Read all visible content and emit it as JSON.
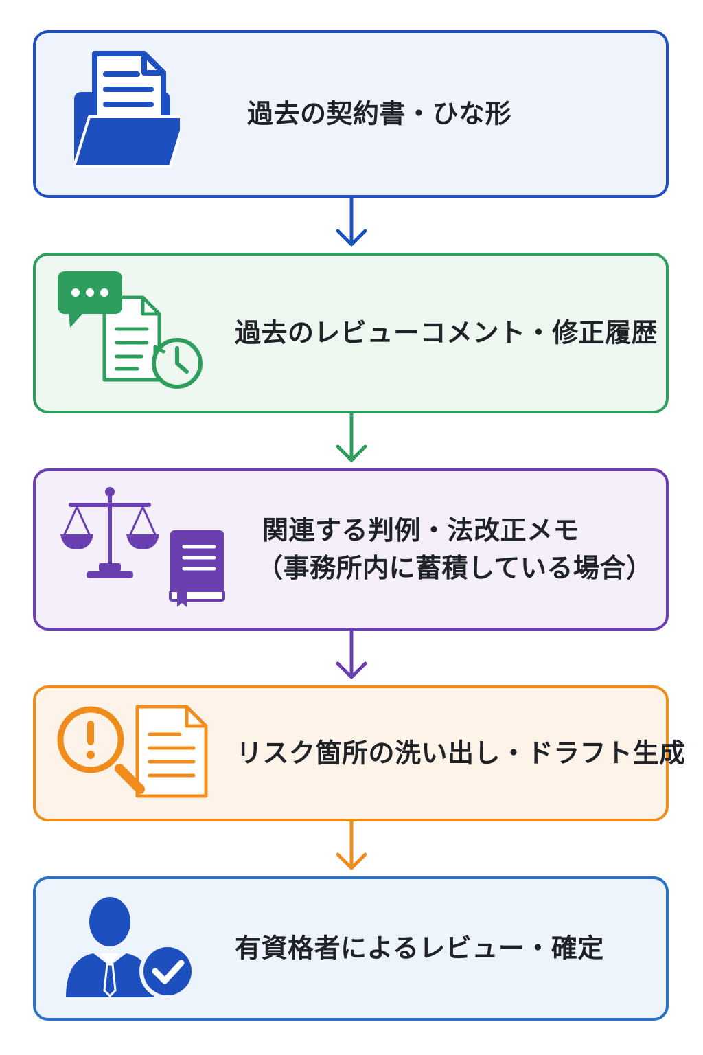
{
  "steps": [
    {
      "id": "templates",
      "lines": [
        "過去の契約書・ひな形"
      ],
      "color": "#1d4fbf",
      "bg": "#eef3fc",
      "icon": "folder-document-icon"
    },
    {
      "id": "review-history",
      "lines": [
        "過去のレビューコメント・修正履歴"
      ],
      "color": "#2e9e5e",
      "bg": "#eef8f1",
      "icon": "comment-history-icon"
    },
    {
      "id": "precedents",
      "lines": [
        "関連する判例・法改正メモ",
        "（事務所内に蓄積している場合）"
      ],
      "color": "#6a3fb0",
      "bg": "#f4effb",
      "icon": "scales-book-icon"
    },
    {
      "id": "risk-draft",
      "lines": [
        "リスク箇所の洗い出し・ドラフト生成"
      ],
      "color": "#f08c1c",
      "bg": "#fdf3e8",
      "icon": "magnifier-alert-document-icon"
    },
    {
      "id": "final-review",
      "lines": [
        "有資格者によるレビュー・確定"
      ],
      "color": "#2a72c8",
      "bg": "#eef4fc",
      "icon": "lawyer-check-icon"
    }
  ]
}
